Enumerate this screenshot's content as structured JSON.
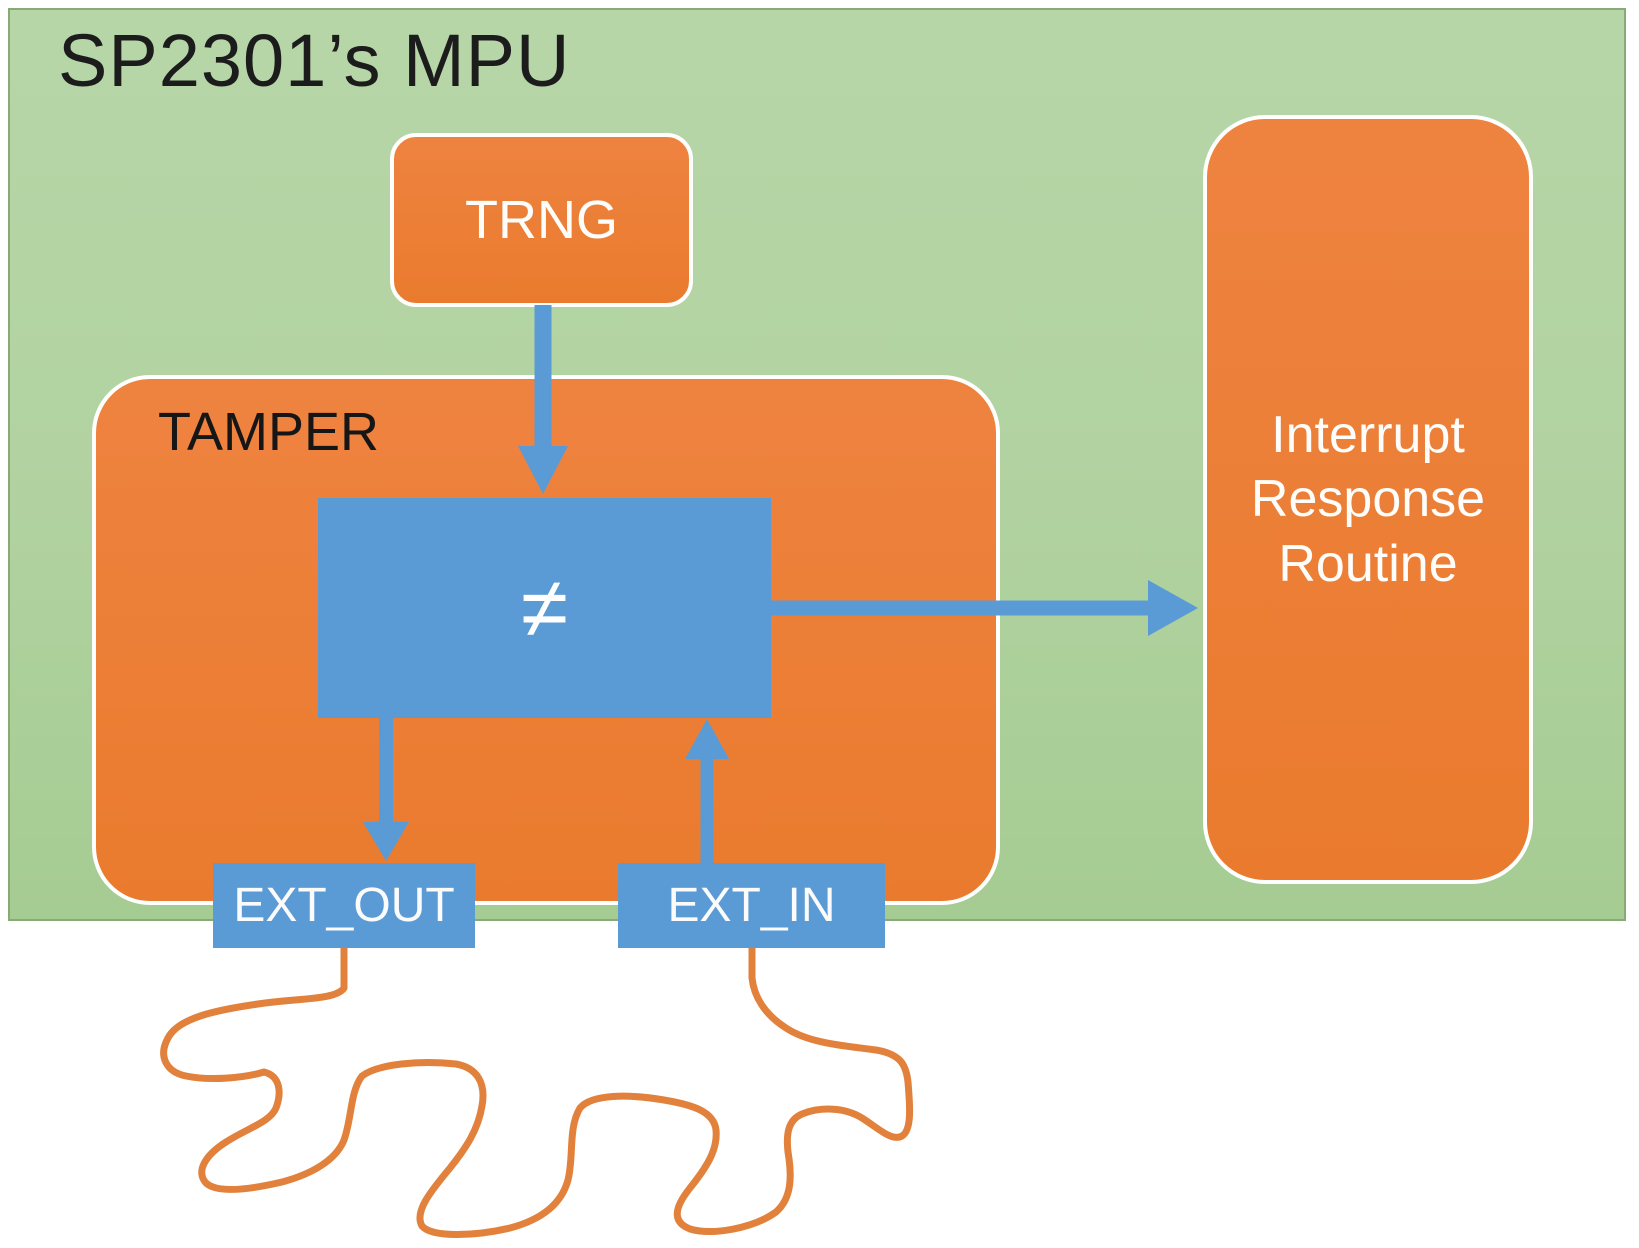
{
  "diagram": {
    "title": "SP2301’s MPU",
    "nodes": {
      "trng": {
        "label": "TRNG"
      },
      "tamper": {
        "label": "TAMPER"
      },
      "comparator": {
        "symbol": "≠"
      },
      "ext_out": {
        "label": "EXT_OUT"
      },
      "ext_in": {
        "label": "EXT_IN"
      },
      "interrupt": {
        "label": "Interrupt Response Routine",
        "lines": [
          "Interrupt",
          "Response",
          "Routine"
        ]
      }
    },
    "connections": [
      {
        "from": "TRNG",
        "to": "comparator",
        "type": "arrow"
      },
      {
        "from": "comparator",
        "to": "Interrupt Response Routine",
        "type": "arrow"
      },
      {
        "from": "comparator",
        "to": "EXT_OUT",
        "type": "arrow"
      },
      {
        "from": "EXT_IN",
        "to": "comparator",
        "type": "arrow"
      },
      {
        "from": "EXT_OUT",
        "to": "EXT_IN",
        "type": "external-tamper-loop-wire"
      }
    ],
    "colors": {
      "mpu_green": "#B3D3A4",
      "mpu_green_border": "#87AA76",
      "node_orange": "#ED7D31",
      "node_blue": "#5B9BD5",
      "wire_orange": "#E2813B",
      "node_border_white": "#FFFFFF",
      "title_text": "#1C1C1C"
    }
  }
}
